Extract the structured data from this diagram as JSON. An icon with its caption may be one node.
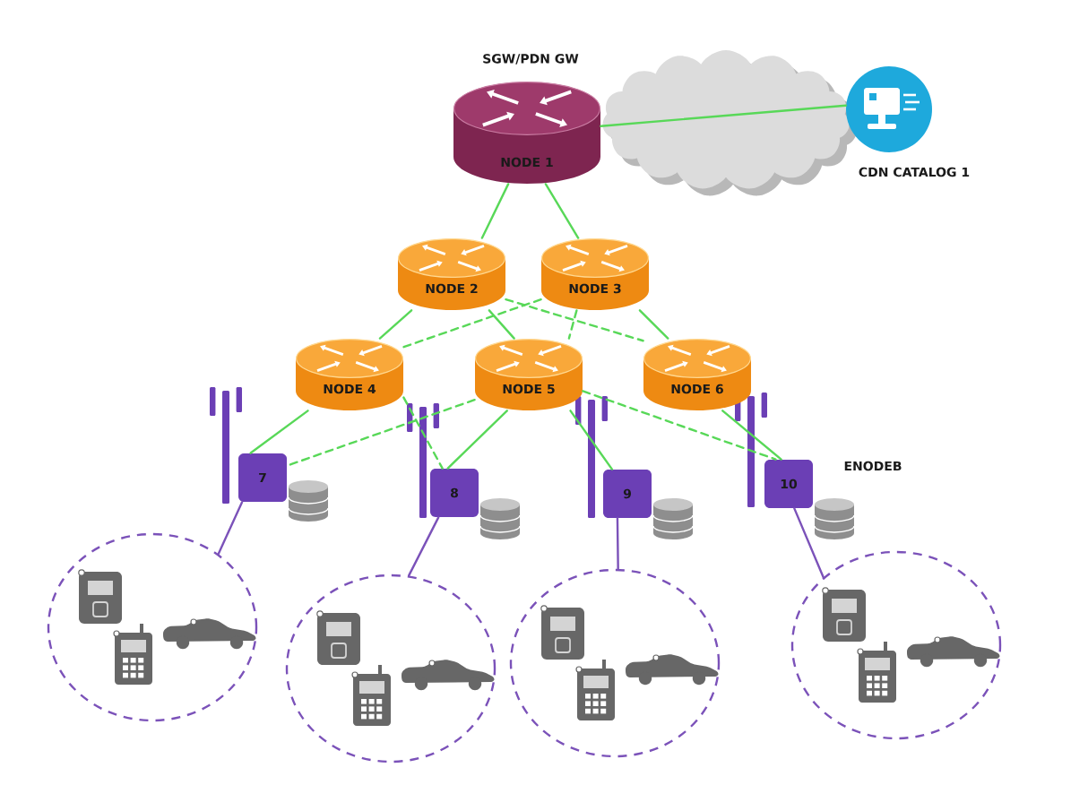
{
  "diagram": {
    "nodes": [
      {
        "text": [
          "SGW/PDN GW",
          "NODE 1"
        ]
      },
      {
        "text": [
          "CDN CATALOG 1"
        ]
      },
      {
        "text": [
          "NODE 2"
        ]
      },
      {
        "text": [
          "NODE 3"
        ]
      },
      {
        "text": [
          "NODE 4"
        ]
      },
      {
        "text": [
          "NODE 5"
        ]
      },
      {
        "text": [
          "NODE 6"
        ]
      },
      {
        "text": [
          "7"
        ]
      },
      {
        "text": [
          "8"
        ]
      },
      {
        "text": [
          "9"
        ]
      },
      {
        "text": [
          "10"
        ]
      },
      {
        "text": [],
        "shape": "circle"
      },
      {
        "text": [],
        "shape": "circle"
      },
      {
        "text": [],
        "shape": "circle"
      },
      {
        "text": [],
        "shape": "circle"
      }
    ],
    "edges": [
      {
        "from": 0,
        "to": 1,
        "arrow": "none"
      },
      {
        "from": 0,
        "to": 2,
        "arrow": "none"
      },
      {
        "from": 0,
        "to": 3,
        "arrow": "none"
      },
      {
        "from": 2,
        "to": 4,
        "arrow": "none"
      },
      {
        "from": 2,
        "to": 5,
        "arrow": "none"
      },
      {
        "from": 2,
        "to": 6,
        "arrow": "none",
        "style": "dashed"
      },
      {
        "from": 3,
        "to": 4,
        "arrow": "none",
        "style": "dashed"
      },
      {
        "from": 3,
        "to": 5,
        "arrow": "none",
        "style": "dashed"
      },
      {
        "from": 3,
        "to": 6,
        "arrow": "none"
      },
      {
        "from": 4,
        "to": 7,
        "arrow": "none"
      },
      {
        "from": 4,
        "to": 8,
        "arrow": "none",
        "style": "dashed"
      },
      {
        "from": 5,
        "to": 7,
        "arrow": "none",
        "style": "dashed"
      },
      {
        "from": 5,
        "to": 8,
        "arrow": "none"
      },
      {
        "from": 5,
        "to": 9,
        "arrow": "none"
      },
      {
        "from": 5,
        "to": 10,
        "arrow": "none",
        "style": "dashed"
      },
      {
        "from": 6,
        "to": 10,
        "arrow": "none"
      },
      {
        "from": 7,
        "to": 11,
        "arrow": "none",
        "color": "#7b52b9"
      },
      {
        "from": 8,
        "to": 12,
        "arrow": "none",
        "color": "#7b52b9"
      },
      {
        "from": 9,
        "to": 13,
        "arrow": "none",
        "color": "#7b52b9"
      },
      {
        "from": 10,
        "to": 14,
        "arrow": "none",
        "color": "#7b52b9"
      }
    ],
    "labels": [
      "ENODEB"
    ]
  }
}
